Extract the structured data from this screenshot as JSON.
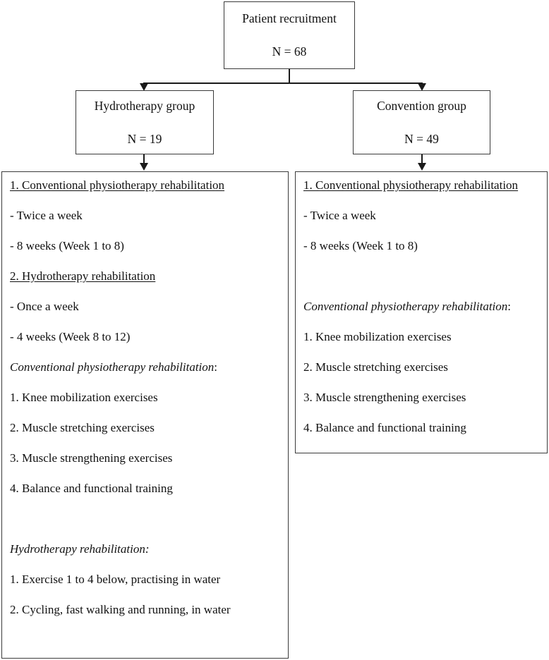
{
  "diagram": {
    "title": "Patient recruitment and rehabilitation allocation flowchart",
    "line_color": "#1a1a1a",
    "border_color": "#3a3a3a",
    "background": "#ffffff"
  },
  "nodes": {
    "recruitment": {
      "title": "Patient recruitment",
      "count": "N = 68"
    },
    "hydrotherapy_group": {
      "title": "Hydrotherapy group",
      "count": "N = 19"
    },
    "convention_group": {
      "title": "Convention group",
      "count": "N = 49"
    }
  },
  "hydrotherapy_detail": {
    "lines": [
      "1. Conventional physiotherapy rehabilitation",
      "- Twice a week",
      "- 8 weeks (Week 1 to 8)",
      "2. Hydrotherapy rehabilitation",
      "- Once a week",
      "- 4 weeks (Week 8 to 12)",
      "Conventional physiotherapy rehabilitation",
      "1. Knee mobilization exercises",
      "2. Muscle stretching exercises",
      "3. Muscle strengthening exercises",
      "4. Balance and functional training",
      "Hydrotherapy rehabilitation:",
      "1. Exercise 1 to 4 below, practising in water",
      "2. Cycling, fast walking and running, in water"
    ],
    "heading_1": "1. Conventional physiotherapy rehabilitation",
    "bullet_1a": "- Twice a week",
    "bullet_1b": "- 8 weeks (Week 1 to 8)",
    "heading_2": "2. Hydrotherapy rehabilitation",
    "bullet_2a": "- Once a week",
    "bullet_2b": "- 4 weeks (Week 8 to 12)",
    "subheading_conventional": "Conventional physiotherapy rehabilitation",
    "subheading_conventional_colon": ":",
    "conventional_items": [
      "1. Knee mobilization exercises",
      "2. Muscle stretching exercises",
      "3. Muscle strengthening exercises",
      "4. Balance and functional training"
    ],
    "subheading_hydrotherapy": "Hydrotherapy rehabilitation:",
    "hydrotherapy_items": [
      "1. Exercise 1 to 4 below, practising in water",
      "2. Cycling, fast walking and running, in water"
    ]
  },
  "convention_detail": {
    "heading_1": "1. Conventional physiotherapy rehabilitation",
    "bullet_1a": "- Twice a week",
    "bullet_1b": "- 8 weeks (Week 1 to 8)",
    "subheading_conventional": "Conventional physiotherapy rehabilitation",
    "subheading_conventional_colon": ":",
    "conventional_items": [
      "1. Knee mobilization exercises",
      "2. Muscle stretching exercises",
      "3. Muscle strengthening exercises",
      "4. Balance and functional training"
    ]
  }
}
